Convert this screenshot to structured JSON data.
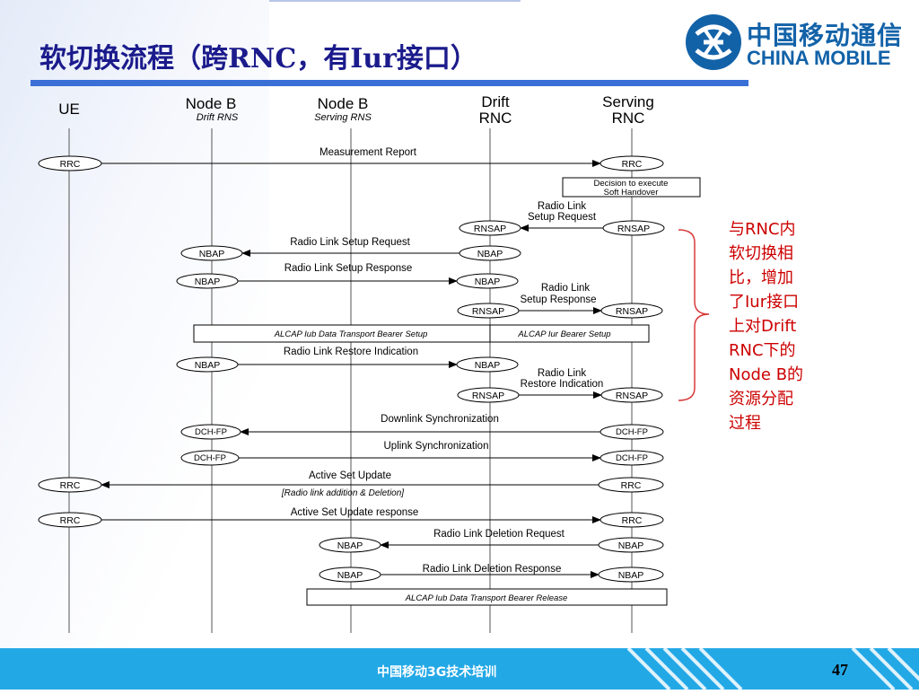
{
  "title": "软切换流程（跨RNC，有Iur接口）",
  "logo": {
    "zh": "中国移动通信",
    "en": "CHINA MOBILE"
  },
  "nodes": [
    {
      "name": "UE",
      "sub": ""
    },
    {
      "name": "Node B",
      "sub": "Drift RNS"
    },
    {
      "name": "Node B",
      "sub": "Serving RNS"
    },
    {
      "name": "Drift",
      "sub": "RNC"
    },
    {
      "name": "Serving",
      "sub": "RNC"
    }
  ],
  "messages": [
    {
      "label": "Measurement Report"
    },
    {
      "label": "Decision to execute",
      "label2": "Soft Handover"
    },
    {
      "label": "Radio Link",
      "label2": "Setup Request"
    },
    {
      "label": "Radio Link Setup Request"
    },
    {
      "label": "Radio Link Setup Response"
    },
    {
      "label": "Radio Link",
      "label2": "Setup Response"
    },
    {
      "label": "ALCAP Iub Data Transport Bearer Setup",
      "label2": "ALCAP Iur Bearer Setup"
    },
    {
      "label": "Radio Link Restore Indication"
    },
    {
      "label": "Radio Link",
      "label2": "Restore Indication"
    },
    {
      "label": "Downlink Synchronization"
    },
    {
      "label": "Uplink Synchronization"
    },
    {
      "label": "Active Set Update",
      "label2": "[Radio link addition & Deletion]"
    },
    {
      "label": "Active Set Update response"
    },
    {
      "label": "Radio Link Deletion Request"
    },
    {
      "label": "Radio Link Deletion Response"
    },
    {
      "label": "ALCAP Iub Data Transport Bearer Release"
    }
  ],
  "protocols": {
    "rrc": "RRC",
    "rnsap": "RNSAP",
    "nbap": "NBAP",
    "dchfp": "DCH-FP"
  },
  "note": [
    "与RNC内",
    "软切换相",
    "比，增加",
    "了Iur接口",
    "上对Drift",
    "RNC下的",
    "Node B的",
    "资源分配",
    "过程"
  ],
  "footer": "中国移动3G技术培训",
  "page_number": "47",
  "colors": {
    "title": "#1b1b8c",
    "accent_bar": "#3a6fd6",
    "footer_bar": "#23a8e6",
    "logo": "#1262a8",
    "note": "#cc0000"
  }
}
